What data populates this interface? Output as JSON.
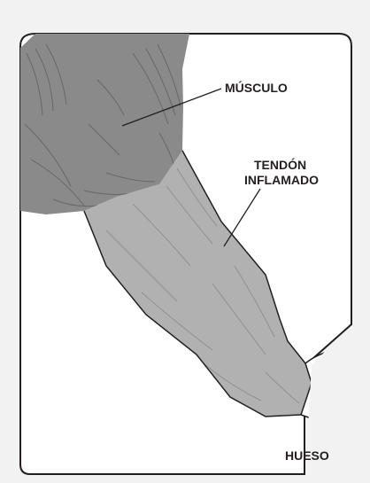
{
  "labels": {
    "muscle": "MÚSCULO",
    "tendon_line1": "TENDÓN",
    "tendon_line2": "INFLAMADO",
    "bone": "HUESO"
  },
  "colors": {
    "page_background": "#f2f2f2",
    "panel_background": "#ffffff",
    "outline": "#231f20",
    "muscle_fill": "#8c8c8c",
    "tendon_fill": "#b3b3b3",
    "bone_fill": "#ffffff",
    "leader_line": "#231f20"
  }
}
